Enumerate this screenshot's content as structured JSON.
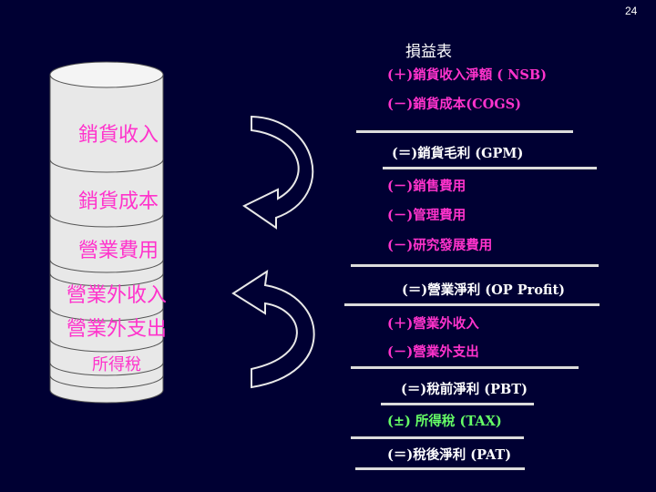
{
  "page_number": "24",
  "title": "損益表",
  "statement": {
    "nsb": "(＋)銷貨收入淨額 ( NSB)",
    "cogs": "(－)銷貨成本(COGS)",
    "gpm": "(＝)銷貨毛利 (GPM)",
    "selling": "(－)銷售費用",
    "admin": "(－)管理費用",
    "rnd": "(－)研究發展費用",
    "op_profit": "(＝)營業淨利 (OP Profit)",
    "non_op_income": "(＋)營業外收入",
    "non_op_expense": "(－)營業外支出",
    "pbt": "(＝)稅前淨利 (PBT)",
    "tax": "(±) 所得稅 (TAX)",
    "pat": "(＝)稅後淨利 (PAT)"
  },
  "cylinder": {
    "sales": "銷貨收入",
    "cogs": "銷貨成本",
    "opex": "營業費用",
    "non_op_income": "營業外收入",
    "non_op_expense": "營業外支出",
    "tax": "所得稅"
  },
  "colors": {
    "background": "#000033",
    "magenta": "#ff33cc",
    "green": "#66ff66",
    "cylinder_fill": "#e8e8e8"
  }
}
